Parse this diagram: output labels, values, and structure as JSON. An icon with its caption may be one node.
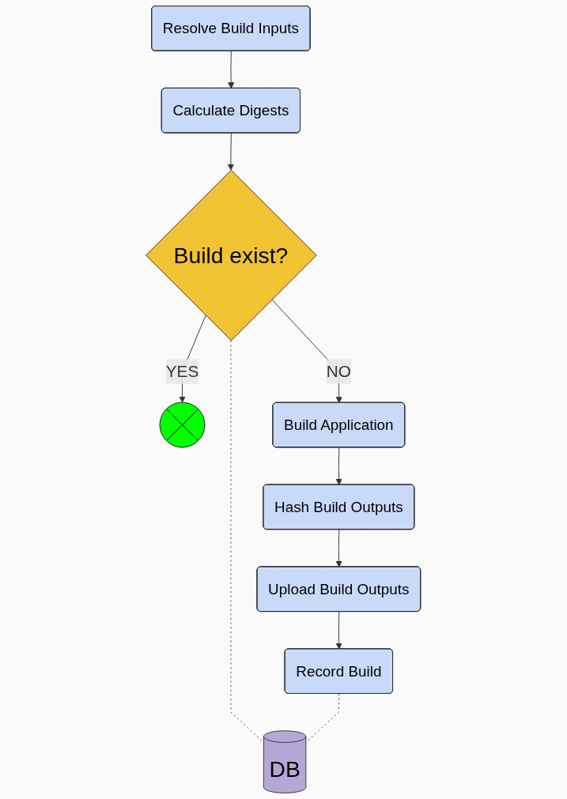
{
  "diagram": {
    "nodes": [
      {
        "text": [
          "Resolve Build Inputs"
        ]
      },
      {
        "text": [
          "Calculate Digests"
        ]
      },
      {
        "text": [
          "Build exist?"
        ]
      },
      {
        "text": [],
        "shape": "cross"
      },
      {
        "text": [
          "Build Application"
        ]
      },
      {
        "text": [
          "Hash Build Outputs"
        ]
      },
      {
        "text": [
          "Upload Build Outputs"
        ]
      },
      {
        "text": [
          "Record Build"
        ]
      },
      {
        "text": [
          "DB"
        ]
      }
    ],
    "edges": [
      {
        "from": 0,
        "to": 1,
        "arrow": "to"
      },
      {
        "from": 1,
        "to": 2,
        "arrow": "to"
      },
      {
        "from": 2,
        "to": 3,
        "arrow": "to",
        "label": "YES"
      },
      {
        "from": 2,
        "to": 4,
        "arrow": "to",
        "label": "NO"
      },
      {
        "from": 4,
        "to": 5,
        "arrow": "to"
      },
      {
        "from": 5,
        "to": 6,
        "arrow": "to"
      },
      {
        "from": 6,
        "to": 7,
        "arrow": "to"
      },
      {
        "from": 2,
        "to": 8,
        "arrow": "none",
        "style": "dashed"
      },
      {
        "from": 7,
        "to": 8,
        "arrow": "none",
        "style": "dashed"
      }
    ]
  }
}
